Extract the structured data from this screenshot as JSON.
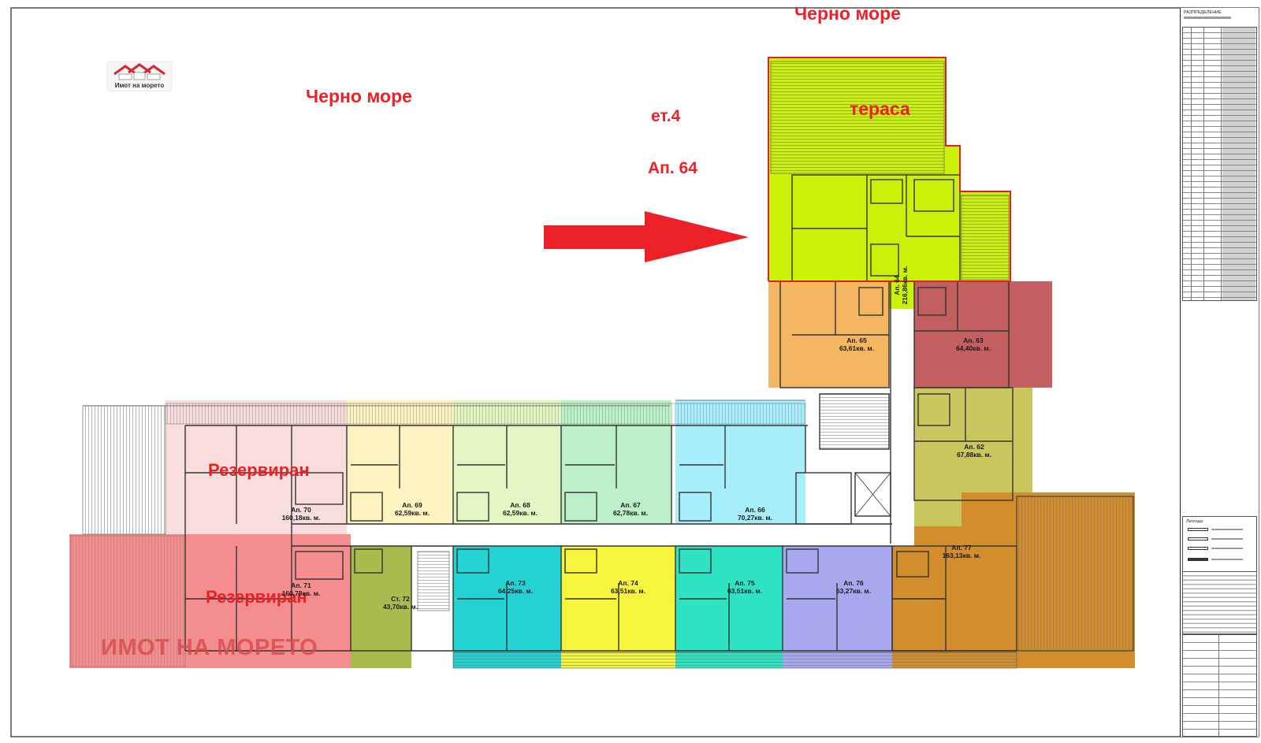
{
  "drawing": {
    "sea_label_top": "Черно море",
    "sea_label_left": "Черно море",
    "floor_label": "ет.4",
    "highlight_label": "Ап. 64",
    "terrace_label": "тераса",
    "reserved_label_1": "Резервиран",
    "reserved_label_2": "Резервиран",
    "watermark": "ИМОТ НА МОРЕТО"
  },
  "logo": {
    "text": "Имот на морето",
    "icon": "house-roofs-icon",
    "color": "#d9262e"
  },
  "apartments": [
    {
      "name": "Ап. 64",
      "area": "216,86кв. м.",
      "color": "#c9f10a"
    },
    {
      "name": "Ап. 65",
      "area": "63,61кв. м.",
      "color": "#f4b660"
    },
    {
      "name": "Ап. 63",
      "area": "64,40кв. м.",
      "color": "#c45f61"
    },
    {
      "name": "Ап. 62",
      "area": "67,88кв. м.",
      "color": "#c9c65e"
    },
    {
      "name": "Ап. 66",
      "area": "70,27кв. м.",
      "color": "#a6eefa"
    },
    {
      "name": "Ап. 67",
      "area": "62,78кв. м.",
      "color": "#bcf0c8"
    },
    {
      "name": "Ап. 68",
      "area": "62,59кв. м.",
      "color": "#e2f5c2"
    },
    {
      "name": "Ап. 69",
      "area": "62,59кв. м.",
      "color": "#fbf2bf"
    },
    {
      "name": "Ап. 70",
      "area": "160,18кв. м.",
      "color": "#f9dddd"
    },
    {
      "name": "Ап. 71",
      "area": "160,78кв. м.",
      "color": "#f48d8d"
    },
    {
      "name": "Ст. 72",
      "area": "43,70кв. м.",
      "color": "#a9bb4c"
    },
    {
      "name": "Ап. 73",
      "area": "64,25кв. м.",
      "color": "#23d2d2"
    },
    {
      "name": "Ап. 74",
      "area": "63,51кв. м.",
      "color": "#f6f43d"
    },
    {
      "name": "Ап. 75",
      "area": "63,51кв. м.",
      "color": "#2ee3c3"
    },
    {
      "name": "Ап. 76",
      "area": "63,27кв. м.",
      "color": "#a8a8f0"
    },
    {
      "name": "Ап. 77",
      "area": "163,13кв. м.",
      "color": "#d28d2d"
    }
  ],
  "title_block": {
    "heading": "РАЗПРЕДЕЛЕНИЕ",
    "legend_title": "Легенда"
  },
  "colors": {
    "accent_red": "#ec2027",
    "outline_red": "#e0202a",
    "wall": "#333333"
  }
}
